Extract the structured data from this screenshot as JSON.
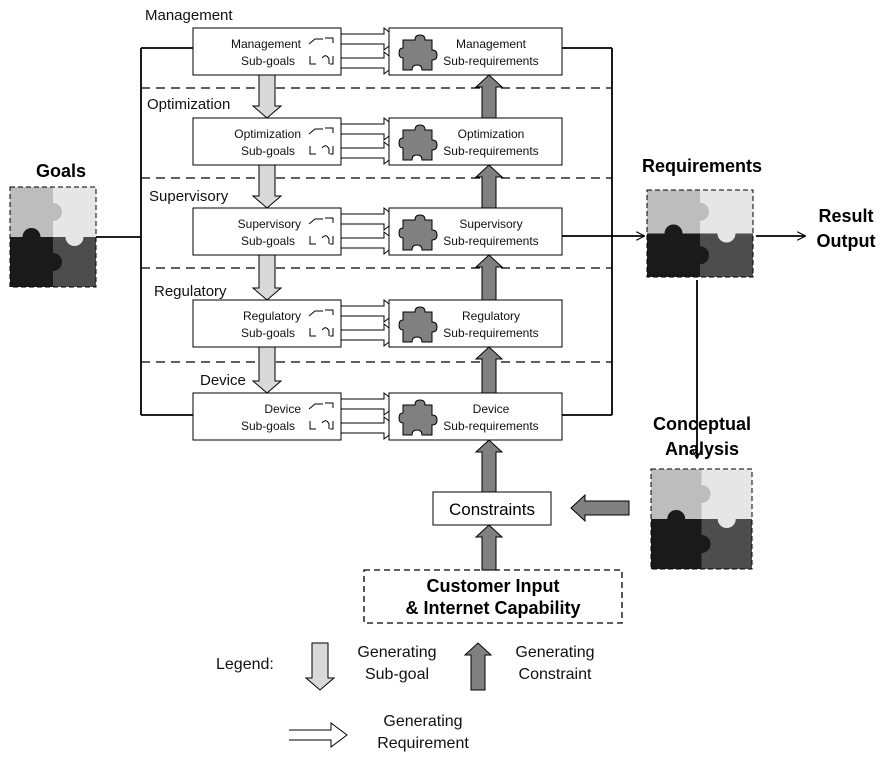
{
  "goals_label": "Goals",
  "requirements_label": "Requirements",
  "result_output": [
    "Result",
    "Output"
  ],
  "conceptual_analysis": [
    "Conceptual",
    "Analysis"
  ],
  "constraints_label": "Constraints",
  "customer_input": [
    "Customer Input",
    "& Internet Capability"
  ],
  "levels": [
    {
      "name": "Management",
      "subgoals": [
        "Management",
        "Sub-goals"
      ],
      "subreq": [
        "Management",
        "Sub-requirements"
      ]
    },
    {
      "name": "Optimization",
      "subgoals": [
        "Optimization",
        "Sub-goals"
      ],
      "subreq": [
        "Optimization",
        "Sub-requirements"
      ]
    },
    {
      "name": "Supervisory",
      "subgoals": [
        "Supervisory",
        "Sub-goals"
      ],
      "subreq": [
        "Supervisory",
        "Sub-requirements"
      ]
    },
    {
      "name": "Regulatory",
      "subgoals": [
        "Regulatory",
        "Sub-goals"
      ],
      "subreq": [
        "Regulatory",
        "Sub-requirements"
      ]
    },
    {
      "name": "Device",
      "subgoals": [
        "Device",
        "Sub-goals"
      ],
      "subreq": [
        "Device",
        "Sub-requirements"
      ]
    }
  ],
  "legend": {
    "title": "Legend:",
    "subgoal": [
      "Generating",
      "Sub-goal"
    ],
    "constraint": [
      "Generating",
      "Constraint"
    ],
    "requirement": [
      "Generating",
      "Requirement"
    ]
  },
  "colors": {
    "light_arrow": "#d9d9d9",
    "dark_arrow": "#808080",
    "puzzle_light": "#bdbdbd",
    "puzzle_lighter": "#e6e6e6",
    "puzzle_black": "#1a1a1a",
    "puzzle_dark": "#4d4d4d"
  }
}
